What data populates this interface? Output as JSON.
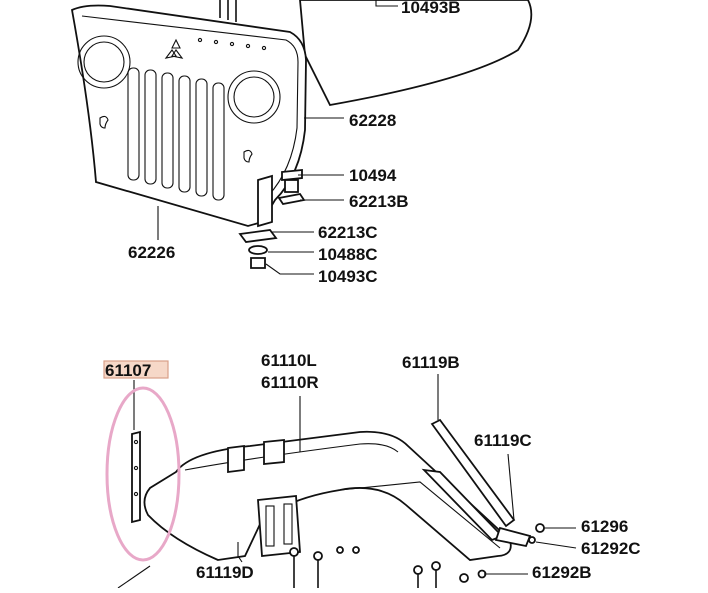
{
  "labels": {
    "top_cut": "10493B",
    "p62228": "62228",
    "p10494": "10494",
    "p62213B": "62213B",
    "p62213C": "62213C",
    "p10488C": "10488C",
    "p10493C": "10493C",
    "p62226": "62226",
    "p61107": "61107",
    "p61110L": "61110L",
    "p61110R": "61110R",
    "p61119B": "61119B",
    "p61119C": "61119C",
    "p61296": "61296",
    "p61292C": "61292C",
    "p61119D": "61119D",
    "p61292B": "61292B"
  },
  "colors": {
    "highlight_fill": "#f6d8c8",
    "highlight_stroke": "#d9a088",
    "circle": "#e8a8c8"
  }
}
